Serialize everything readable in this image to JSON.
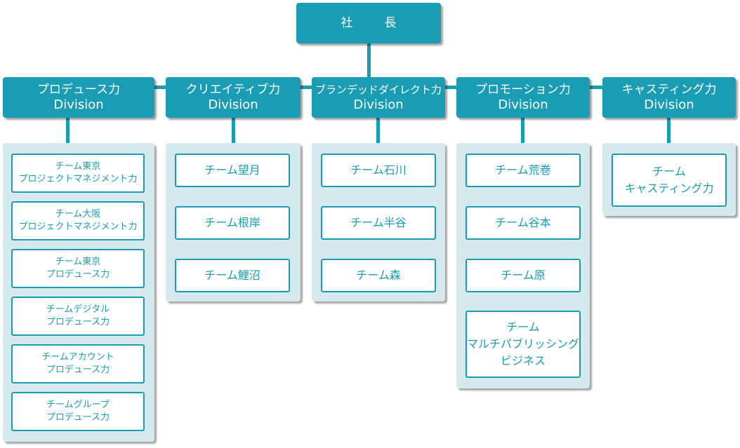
{
  "ceo": {
    "label": "社　長"
  },
  "divisions": [
    {
      "name": "プロデュース力",
      "sub": "Division",
      "teams": [
        {
          "lines": [
            "チーム東京",
            "プロジェクトマネジメント力"
          ]
        },
        {
          "lines": [
            "チーム大阪",
            "プロジェクトマネジメント力"
          ]
        },
        {
          "lines": [
            "チーム東京",
            "プロデュース力"
          ]
        },
        {
          "lines": [
            "チームデジタル",
            "プロデュース力"
          ]
        },
        {
          "lines": [
            "チームアカウント",
            "プロデュース力"
          ]
        },
        {
          "lines": [
            "チームグループ",
            "プロデュース力"
          ]
        }
      ]
    },
    {
      "name": "クリエイティブ力",
      "sub": "Division",
      "teams": [
        {
          "lines": [
            "チーム望月"
          ]
        },
        {
          "lines": [
            "チーム根岸"
          ]
        },
        {
          "lines": [
            "チーム鯉沼"
          ]
        }
      ]
    },
    {
      "name": "ブランデッドダイレクト力",
      "sub": "Division",
      "teams": [
        {
          "lines": [
            "チーム石川"
          ]
        },
        {
          "lines": [
            "チーム半谷"
          ]
        },
        {
          "lines": [
            "チーム森"
          ]
        }
      ]
    },
    {
      "name": "プロモーション力",
      "sub": "Division",
      "teams": [
        {
          "lines": [
            "チーム荒巻"
          ]
        },
        {
          "lines": [
            "チーム谷本"
          ]
        },
        {
          "lines": [
            "チーム原"
          ]
        },
        {
          "lines": [
            "チーム",
            "マルチパブリッシング",
            "ビジネス"
          ]
        }
      ]
    },
    {
      "name": "キャスティング力",
      "sub": "Division",
      "teams": [
        {
          "lines": [
            "チーム",
            "キャスティング力"
          ]
        }
      ]
    }
  ],
  "colors": {
    "accent": "#1a9cb5",
    "panel": "#d5e9ef",
    "text_on_accent": "#ffffff"
  }
}
